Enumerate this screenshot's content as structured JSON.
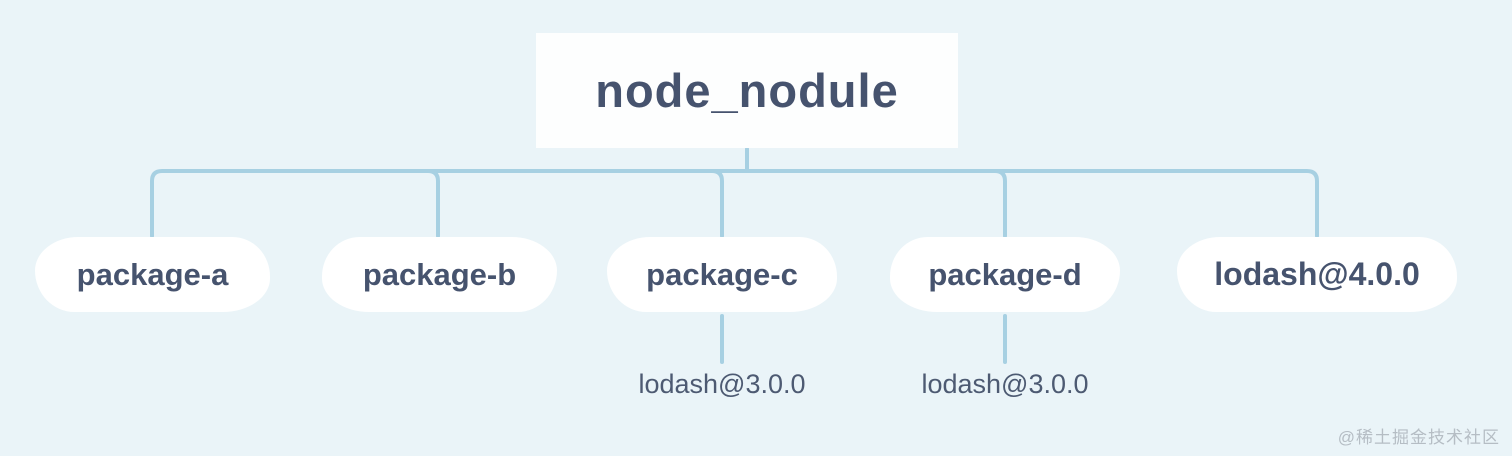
{
  "diagram": {
    "title": "node_nodule",
    "colors": {
      "background": "#eaf4f8",
      "connector_line": "#a7d0e2",
      "node_background": "#ffffff",
      "node_text": "#46536e",
      "dependency_text": "#4d5a72",
      "watermark_text": "#b5bdc4"
    },
    "root": {
      "label": "node_nodule"
    },
    "children": [
      {
        "label": "package-a"
      },
      {
        "label": "package-b"
      },
      {
        "label": "package-c",
        "dependency": "lodash@3.0.0"
      },
      {
        "label": "package-d",
        "dependency": "lodash@3.0.0"
      },
      {
        "label": "lodash@4.0.0"
      }
    ],
    "watermark": "@稀土掘金技术社区"
  }
}
